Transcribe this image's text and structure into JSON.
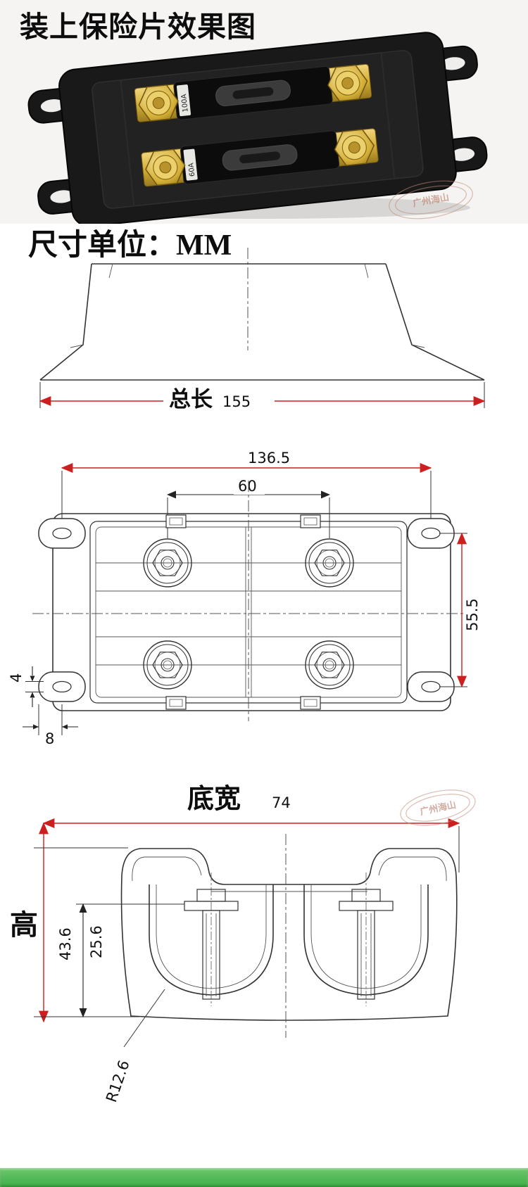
{
  "photo": {
    "title": "装上保险片效果图",
    "fuse1_label": "100A",
    "fuse2_label": "60A"
  },
  "unit_label": "尺寸单位：MM",
  "side_view": {
    "label": "总长",
    "value": "155"
  },
  "top_view": {
    "outer_hole_span": "136.5",
    "bolt_span": "60",
    "vertical_hole_span": "55.5",
    "edge_gap": "4",
    "slot_edge": "8"
  },
  "front_view": {
    "label": "底宽",
    "value": "74",
    "height_label": "高",
    "total_height": "43.6",
    "cavity_depth": "25.6",
    "radius": "R12.6"
  },
  "watermark": {
    "name": "广州海山"
  },
  "colors": {
    "dimension_red": "#cc2020",
    "drawing_line": "#333333",
    "gold": "#d4af37",
    "footer_green": "#3fae49",
    "plate_black": "#181818"
  }
}
